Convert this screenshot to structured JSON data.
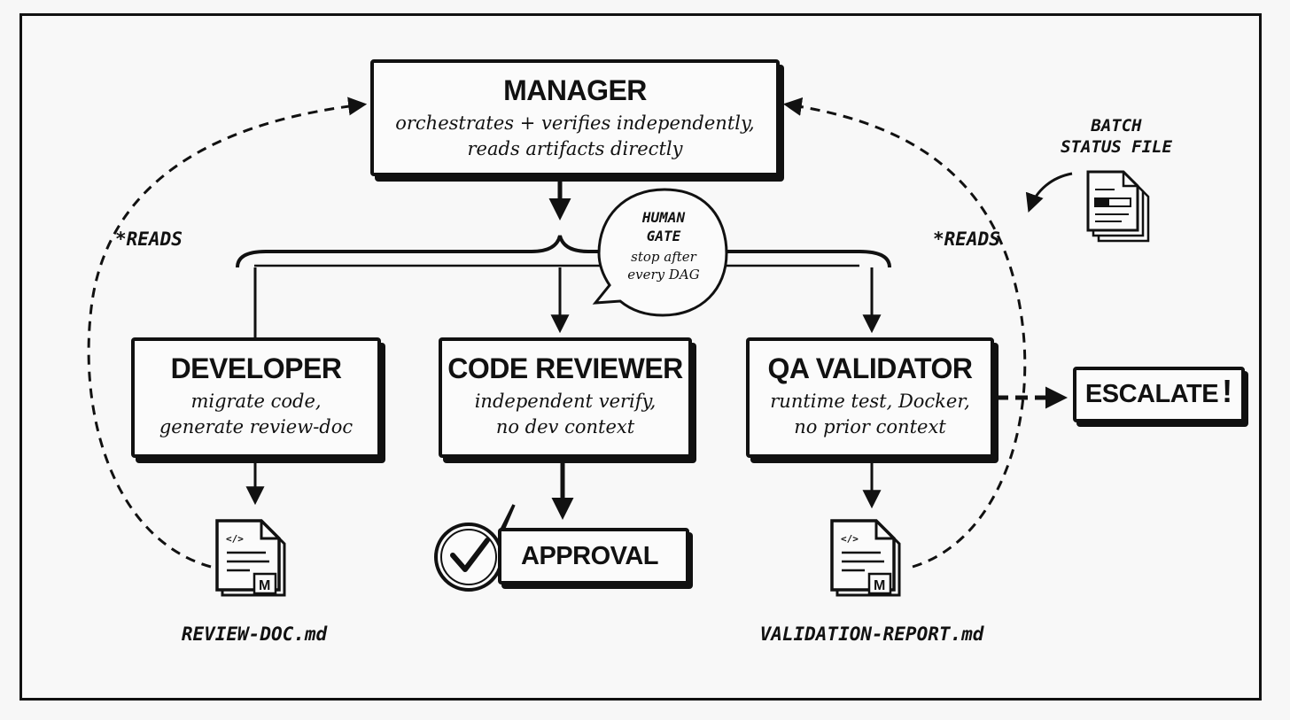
{
  "manager": {
    "title": "MANAGER",
    "description": "orchestrates + verifies independently,\nreads artifacts directly"
  },
  "human_gate": {
    "title": "HUMAN\nGATE",
    "text": "stop after\nevery DAG"
  },
  "developer": {
    "title": "DEVELOPER",
    "description": "migrate code,\ngenerate review-doc"
  },
  "code_reviewer": {
    "title": "CODE REVIEWER",
    "description": "independent verify,\nno dev context"
  },
  "qa_validator": {
    "title": "QA VALIDATOR",
    "description": "runtime test, Docker,\nno prior context"
  },
  "escalate": {
    "label": "ESCALATE",
    "mark": "!"
  },
  "approval": {
    "label": "APPROVAL"
  },
  "reads_left": "*READS",
  "reads_right": "*READS",
  "batch_status": "BATCH\nSTATUS FILE",
  "artifacts": {
    "review_doc": "REVIEW-DOC.md",
    "validation_report": "VALIDATION-REPORT.md"
  },
  "icons": {
    "document": "markdown-document-icon",
    "approval": "checkmark-icon",
    "batch": "status-file-stack-icon"
  },
  "colors": {
    "ink": "#111111",
    "paper": "#f8f8f8"
  }
}
